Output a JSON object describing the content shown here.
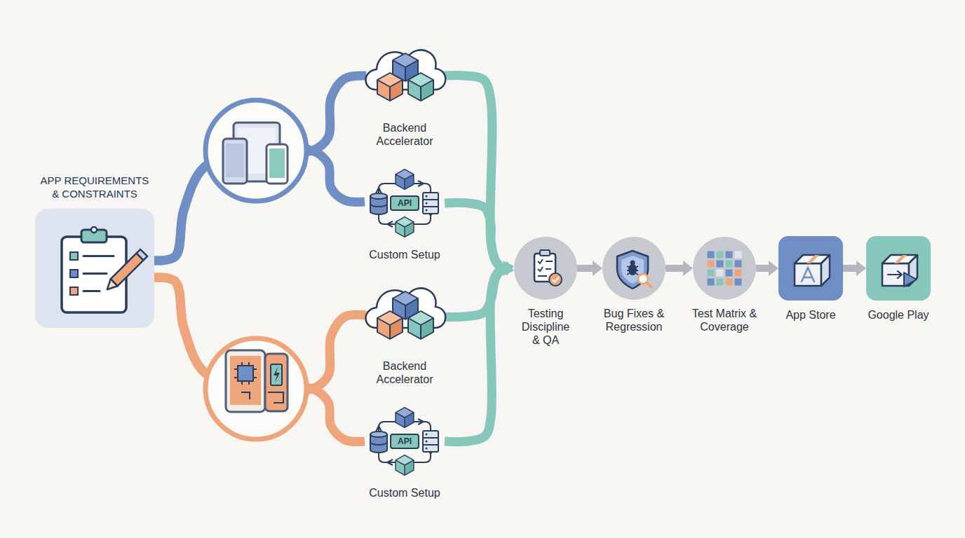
{
  "diagram": {
    "nodes": [
      {
        "text": [
          "APP REQUIREMENTS & CONSTRAINTS"
        ]
      },
      {
        "text": [
          "Backend Accelerator"
        ]
      },
      {
        "text": [
          "Custom Setup"
        ]
      },
      {
        "text": [
          "Backend Accelerator"
        ]
      },
      {
        "text": [
          "Custom Setup"
        ]
      },
      {
        "text": [
          "Testing Discipline & QA"
        ]
      },
      {
        "text": [
          "Bug Fixes & Regression"
        ]
      },
      {
        "text": [
          "Test Matrix & Coverage"
        ]
      },
      {
        "text": [
          "App Store"
        ]
      },
      {
        "text": [
          "Google Play"
        ]
      }
    ],
    "edges": [
      {
        "from": 0,
        "to": 1,
        "arrow": "none"
      },
      {
        "from": 0,
        "to": 2,
        "arrow": "none"
      },
      {
        "from": 0,
        "to": 3,
        "arrow": "none"
      },
      {
        "from": 0,
        "to": 4,
        "arrow": "none"
      },
      {
        "from": 1,
        "to": 5,
        "arrow": "to"
      },
      {
        "from": 2,
        "to": 5,
        "arrow": "to"
      },
      {
        "from": 3,
        "to": 5,
        "arrow": "to"
      },
      {
        "from": 4,
        "to": 5,
        "arrow": "to"
      },
      {
        "from": 5,
        "to": 6,
        "arrow": "to"
      },
      {
        "from": 6,
        "to": 7,
        "arrow": "to"
      },
      {
        "from": 7,
        "to": 8,
        "arrow": "to"
      },
      {
        "from": 8,
        "to": 9,
        "arrow": "to"
      }
    ],
    "labels": [
      "API",
      "API"
    ]
  }
}
